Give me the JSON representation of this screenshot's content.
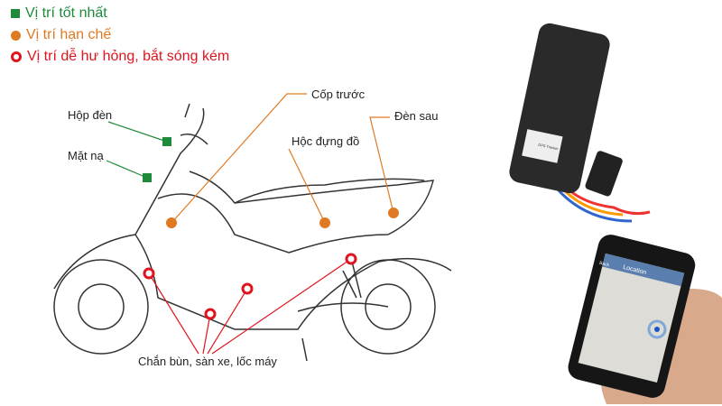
{
  "legend": [
    {
      "label": "Vị trí tốt nhất",
      "color": "#1e8a3a",
      "marker": "square"
    },
    {
      "label": "Vị trí hạn chế",
      "color": "#e07a22",
      "marker": "circle"
    },
    {
      "label": "Vị trí dễ hư hỏng, bắt sóng kém",
      "color": "#e0141e",
      "marker": "ring"
    }
  ],
  "labels": {
    "hop_den": "Hộp đèn",
    "mat_na": "Mặt nạ",
    "cop_truoc": "Cốp trước",
    "den_sau": "Đèn sau",
    "hoc_dung_do": "Hộc đựng đồ",
    "chan_bun": "Chắn bùn, sàn xe, lốc máy"
  },
  "device": {
    "label": "GPS Tracker"
  },
  "phone": {
    "title": "Location",
    "back": "Back"
  }
}
